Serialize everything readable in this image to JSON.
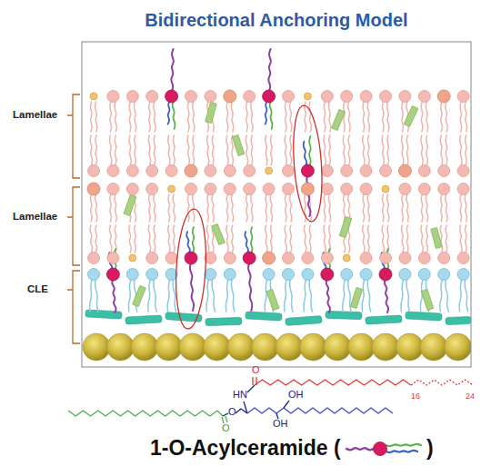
{
  "diagram": {
    "title": "Bidirectional Anchoring Model",
    "labels": [
      "Lamellae",
      "Lamellae",
      "CLE",
      "O",
      "HN",
      "OH",
      "OH",
      "16",
      "24",
      "O",
      "O",
      "1-O-Acylceramide (",
      ")"
    ]
  }
}
